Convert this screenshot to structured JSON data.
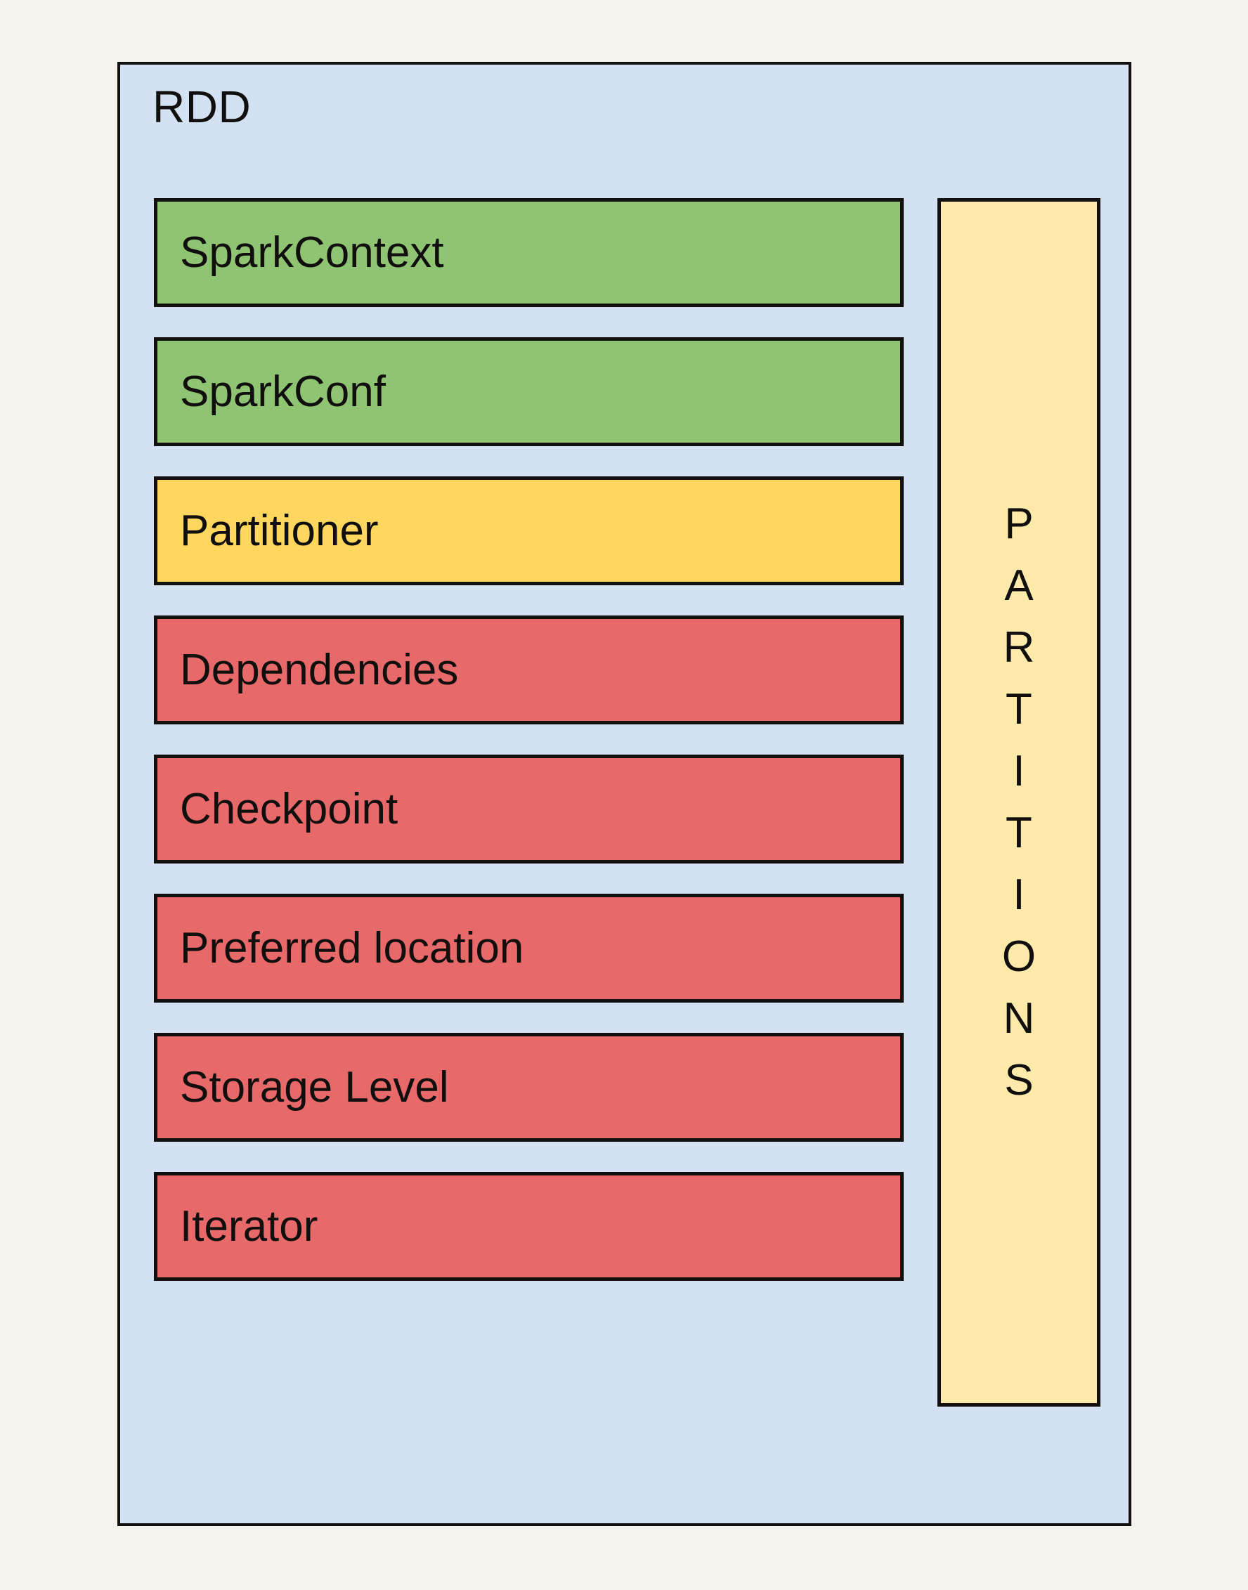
{
  "background_color": "#f5f3ee",
  "diagram": {
    "type": "block-diagram",
    "title": "RDD",
    "container": {
      "name": "RDD",
      "fill_color": "#d3e1f3",
      "border_color": "#12100e"
    },
    "colors": {
      "green": "#8fc473",
      "yellow": "#ffd75e",
      "red": "#e8696a",
      "pale_yellow": "#fde9a9",
      "container_blue": "#d3e1f3",
      "border": "#12100e",
      "text": "#100f0e"
    },
    "attributes": [
      {
        "label": "SparkContext",
        "color": "green",
        "hex": "#8fc473"
      },
      {
        "label": "SparkConf",
        "color": "green",
        "hex": "#8fc473"
      },
      {
        "label": "Partitioner",
        "color": "yellow",
        "hex": "#ffd75e"
      },
      {
        "label": "Dependencies",
        "color": "red",
        "hex": "#e8696a"
      },
      {
        "label": "Checkpoint",
        "color": "red",
        "hex": "#e8696a"
      },
      {
        "label": "Preferred location",
        "color": "red",
        "hex": "#e8696a"
      },
      {
        "label": "Storage Level",
        "color": "red",
        "hex": "#e8696a"
      },
      {
        "label": "Iterator",
        "color": "red",
        "hex": "#e8696a"
      }
    ],
    "partitions_panel": {
      "label": "PARTITIONS",
      "orientation": "vertical-stacked-letters",
      "letters": [
        "P",
        "A",
        "R",
        "T",
        "I",
        "T",
        "I",
        "O",
        "N",
        "S"
      ],
      "hex": "#fde9a9"
    }
  }
}
